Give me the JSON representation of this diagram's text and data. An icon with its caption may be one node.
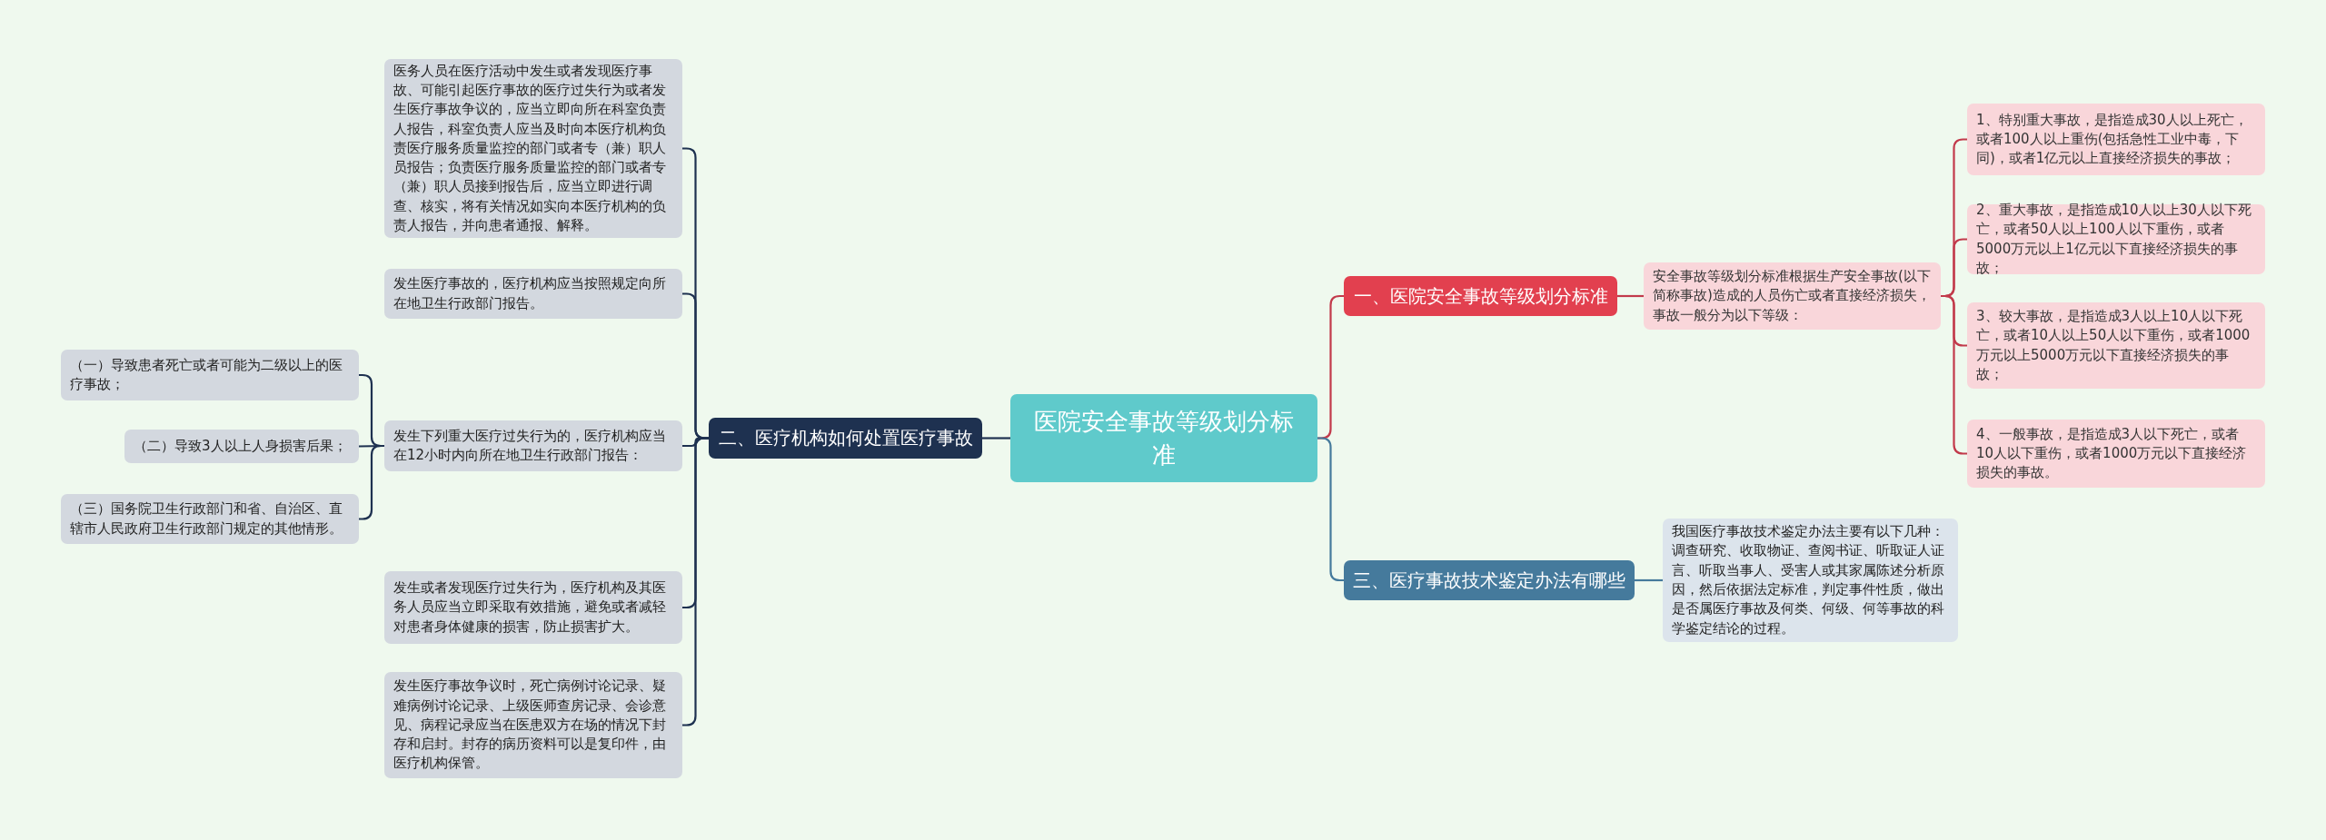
{
  "diagram": {
    "nodes": [
      {
        "text": [
          "医院安全事故等级划分标准"
        ]
      },
      {
        "text": [
          "一、医院安全事故等级划分标准"
        ]
      },
      {
        "text": [
          "安全事故等级划分标准根据生产安全事故(以下简称事故)造成的人员伤亡或者直接经济损失，事故一般分为以下等级："
        ]
      },
      {
        "text": [
          "1、特别重大事故，是指造成30人以上死亡，或者100人以上重伤(包括急性工业中毒，下同)，或者1亿元以上直接经济损失的事故；"
        ]
      },
      {
        "text": [
          "2、重大事故，是指造成10人以上30人以下死亡，或者50人以上100人以下重伤，或者5000万元以上1亿元以下直接经济损失的事故；"
        ]
      },
      {
        "text": [
          "3、较大事故，是指造成3人以上10人以下死亡，或者10人以上50人以下重伤，或者1000万元以上5000万元以下直接经济损失的事故；"
        ]
      },
      {
        "text": [
          "4、一般事故，是指造成3人以下死亡，或者10人以下重伤，或者1000万元以下直接经济损失的事故。"
        ]
      },
      {
        "text": [
          "三、医疗事故技术鉴定办法有哪些"
        ]
      },
      {
        "text": [
          "我国医疗事故技术鉴定办法主要有以下几种：调查研究、收取物证、查阅书证、听取证人证言、听取当事人、受害人或其家属陈述分析原因，然后依据法定标准，判定事件性质，做出是否属医疗事故及何类、何级、何等事故的科学鉴定结论的过程。"
        ]
      },
      {
        "text": [
          "二、医疗机构如何处置医疗事故"
        ]
      },
      {
        "text": [
          "医务人员在医疗活动中发生或者发现医疗事故、可能引起医疗事故的医疗过失行为或者发生医疗事故争议的，应当立即向所在科室负责人报告，科室负责人应当及时向本医疗机构负责医疗服务质量监控的部门或者专（兼）职人员报告；负责医疗服务质量监控的部门或者专（兼）职人员接到报告后，应当立即进行调查、核实，将有关情况如实向本医疗机构的负责人报告，并向患者通报、解释。"
        ]
      },
      {
        "text": [
          "发生医疗事故的，医疗机构应当按照规定向所在地卫生行政部门报告。"
        ]
      },
      {
        "text": [
          "发生下列重大医疗过失行为的，医疗机构应当在12小时内向所在地卫生行政部门报告："
        ]
      },
      {
        "text": [
          "（一）导致患者死亡或者可能为二级以上的医疗事故；"
        ]
      },
      {
        "text": [
          "（二）导致3人以上人身损害后果；"
        ]
      },
      {
        "text": [
          "（三）国务院卫生行政部门和省、自治区、直辖市人民政府卫生行政部门规定的其他情形。"
        ]
      },
      {
        "text": [
          "发生或者发现医疗过失行为，医疗机构及其医务人员应当立即采取有效措施，避免或者减轻对患者身体健康的损害，防止损害扩大。"
        ]
      },
      {
        "text": [
          "发生医疗事故争议时，死亡病例讨论记录、疑难病例讨论记录、上级医师查房记录、会诊意见、病程记录应当在医患双方在场的情况下封存和启封。封存的病历资料可以是复印件，由医疗机构保管。"
        ]
      }
    ],
    "edges": [
      {
        "from": 0,
        "to": 1,
        "arrow": "none",
        "color": "#c23a4b"
      },
      {
        "from": 1,
        "to": 2,
        "arrow": "none",
        "color": "#c23a4b"
      },
      {
        "from": 2,
        "to": 3,
        "arrow": "none",
        "color": "#c23a4b"
      },
      {
        "from": 2,
        "to": 4,
        "arrow": "none",
        "color": "#c23a4b"
      },
      {
        "from": 2,
        "to": 5,
        "arrow": "none",
        "color": "#c23a4b"
      },
      {
        "from": 2,
        "to": 6,
        "arrow": "none",
        "color": "#c23a4b"
      },
      {
        "from": 0,
        "to": 7,
        "arrow": "none",
        "color": "#457a9c"
      },
      {
        "from": 7,
        "to": 8,
        "arrow": "none",
        "color": "#457a9c"
      },
      {
        "from": 0,
        "to": 9,
        "arrow": "none"
      },
      {
        "from": 9,
        "to": 10,
        "arrow": "none"
      },
      {
        "from": 9,
        "to": 11,
        "arrow": "none"
      },
      {
        "from": 9,
        "to": 12,
        "arrow": "none"
      },
      {
        "from": 12,
        "to": 13,
        "arrow": "none"
      },
      {
        "from": 12,
        "to": 14,
        "arrow": "none"
      },
      {
        "from": 12,
        "to": 15,
        "arrow": "none"
      },
      {
        "from": 9,
        "to": 16,
        "arrow": "none"
      },
      {
        "from": 9,
        "to": 17,
        "arrow": "none"
      }
    ]
  }
}
